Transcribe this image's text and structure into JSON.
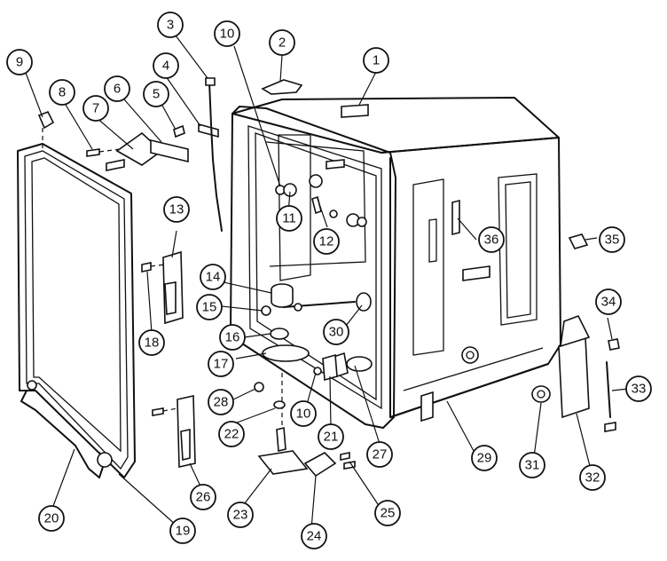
{
  "diagram": {
    "callouts": [
      {
        "id": "c1",
        "label": "1"
      },
      {
        "id": "c2",
        "label": "2"
      },
      {
        "id": "c3",
        "label": "3"
      },
      {
        "id": "c4",
        "label": "4"
      },
      {
        "id": "c5",
        "label": "5"
      },
      {
        "id": "c6",
        "label": "6"
      },
      {
        "id": "c7",
        "label": "7"
      },
      {
        "id": "c8",
        "label": "8"
      },
      {
        "id": "c9",
        "label": "9"
      },
      {
        "id": "c10a",
        "label": "10"
      },
      {
        "id": "c10b",
        "label": "10"
      },
      {
        "id": "c11",
        "label": "11"
      },
      {
        "id": "c12",
        "label": "12"
      },
      {
        "id": "c13",
        "label": "13"
      },
      {
        "id": "c14",
        "label": "14"
      },
      {
        "id": "c15",
        "label": "15"
      },
      {
        "id": "c16",
        "label": "16"
      },
      {
        "id": "c17",
        "label": "17"
      },
      {
        "id": "c18",
        "label": "18"
      },
      {
        "id": "c19",
        "label": "19"
      },
      {
        "id": "c20",
        "label": "20"
      },
      {
        "id": "c21",
        "label": "21"
      },
      {
        "id": "c22",
        "label": "22"
      },
      {
        "id": "c23",
        "label": "23"
      },
      {
        "id": "c24",
        "label": "24"
      },
      {
        "id": "c25",
        "label": "25"
      },
      {
        "id": "c26",
        "label": "26"
      },
      {
        "id": "c27",
        "label": "27"
      },
      {
        "id": "c28",
        "label": "28"
      },
      {
        "id": "c29",
        "label": "29"
      },
      {
        "id": "c30",
        "label": "30"
      },
      {
        "id": "c31",
        "label": "31"
      },
      {
        "id": "c32",
        "label": "32"
      },
      {
        "id": "c33",
        "label": "33"
      },
      {
        "id": "c34",
        "label": "34"
      },
      {
        "id": "c35",
        "label": "35"
      },
      {
        "id": "c36",
        "label": "36"
      }
    ]
  }
}
